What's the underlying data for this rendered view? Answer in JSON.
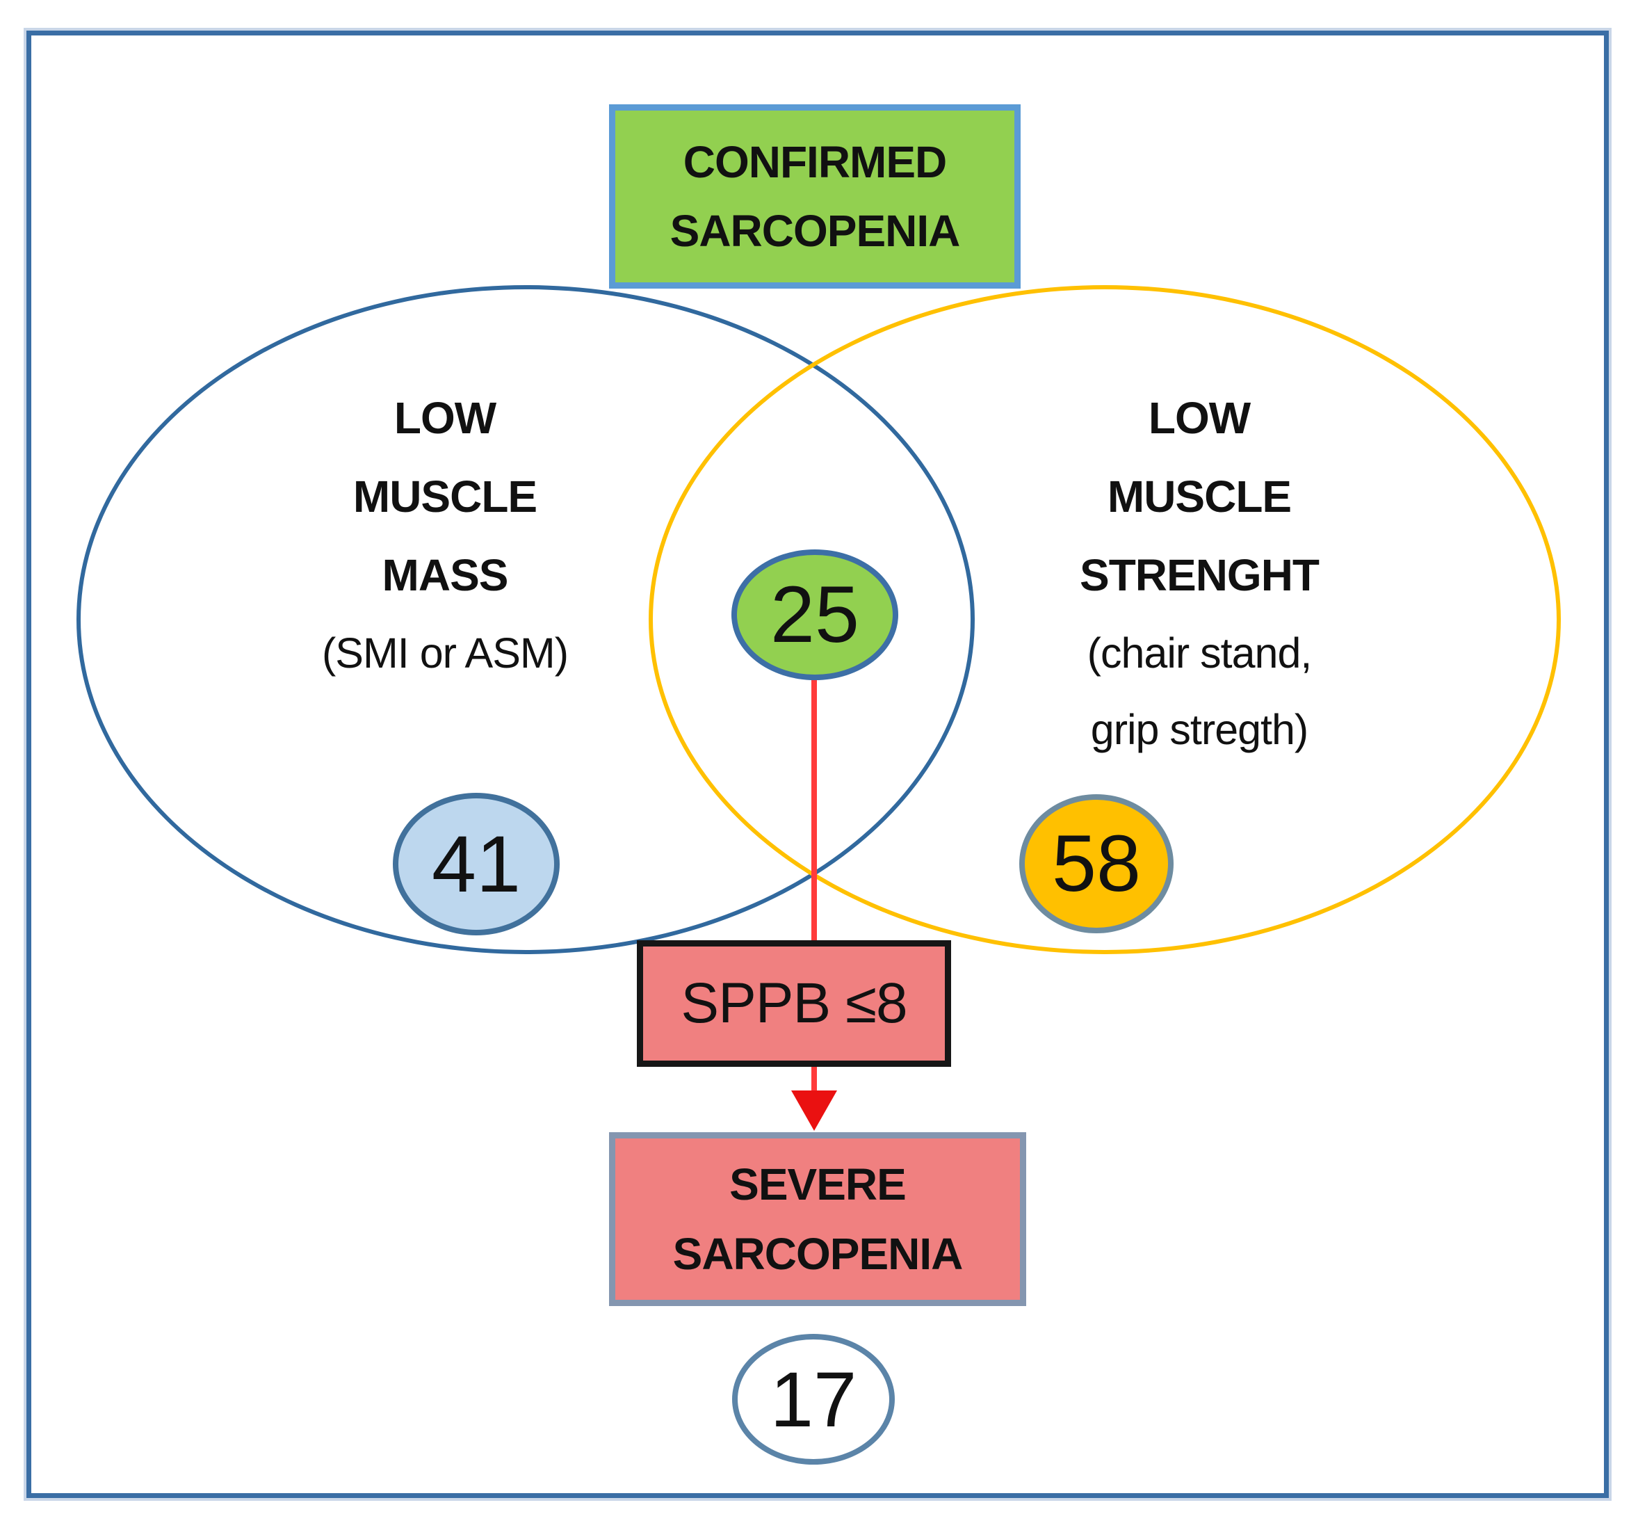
{
  "figure": {
    "confirmed_box": {
      "label": "CONFIRMED\nSARCOPENIA"
    },
    "left_set": {
      "title": "LOW\nMUSCLE\nMASS",
      "subtitle": "(SMI or ASM)",
      "count": "41"
    },
    "right_set": {
      "title": "LOW\nMUSCLE\nSTRENGHT",
      "subtitle": "(chair stand,\ngrip stregth)",
      "count": "58"
    },
    "overlap": {
      "count": "25"
    },
    "sppb_box": {
      "label": "SPPB ≤8"
    },
    "severe_box": {
      "label": "SEVERE\nSARCOPENIA"
    },
    "severe_count": "17",
    "colors": {
      "green_fill": "#92D050",
      "green_box_border": "#5B9BD5",
      "blue_ellipse_stroke": "#31699E",
      "yellow_ellipse_stroke": "#FFC000",
      "mass_count_fill": "#BDD7EE",
      "mass_count_stroke": "#41719C",
      "strength_count_fill": "#FFC000",
      "strength_count_stroke": "#6E8CA0",
      "salmon_fill": "#F08080",
      "sppb_border": "#161616",
      "severe_border": "#8496B0",
      "arrow_red": "#EA1111",
      "outer_border": "#3A6EA5"
    }
  }
}
